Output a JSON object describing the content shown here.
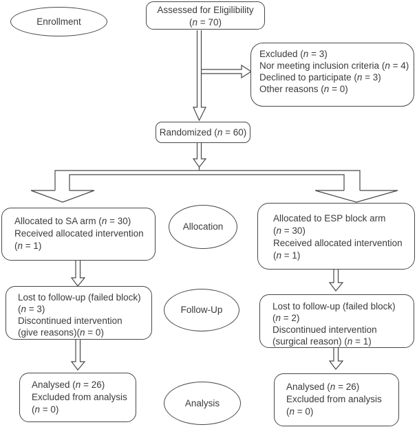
{
  "colors": {
    "stroke": "#474747",
    "text": "#3a3a3a",
    "bg": "#ffffff"
  },
  "stages": {
    "enrollment": "Enrollment",
    "allocation": "Allocation",
    "follow_up": "Follow-Up",
    "analysis": "Analysis"
  },
  "boxes": {
    "assessed": {
      "lines": [
        "Assessed for Eligilibility",
        "(n = 70)"
      ]
    },
    "excluded": {
      "lines": [
        "Excluded (n = 3)",
        "Nor meeting inclusion criteria (n = 4)",
        "Declined to participate (n = 3)",
        "Other reasons (n = 0)"
      ]
    },
    "randomized": {
      "lines": [
        "Randomized (n = 60)"
      ]
    },
    "allocated_sa": {
      "lines": [
        "Allocated to SA arm (n = 30)",
        "Received allocated intervention",
        "(n = 1)"
      ]
    },
    "allocated_esp": {
      "lines": [
        "Allocated to ESP block arm",
        "(n = 30)",
        "Received allocated intervention",
        "(n = 1)"
      ]
    },
    "followup_sa": {
      "lines": [
        "Lost to follow-up (failed block)",
        "(n = 3)",
        "Discontinued intervention",
        "(give reasons)(n = 0)"
      ]
    },
    "followup_esp": {
      "lines": [
        "Lost to follow-up (failed block)",
        "(n = 2)",
        "Discontinued intervention",
        "(surgical reason) (n = 1)"
      ]
    },
    "analysed_sa": {
      "lines": [
        "Analysed (n = 26)",
        "Excluded from analysis",
        "(n = 0)"
      ]
    },
    "analysed_esp": {
      "lines": [
        "Analysed (n = 26)",
        "Excluded from analysis",
        "(n = 0)"
      ]
    }
  }
}
